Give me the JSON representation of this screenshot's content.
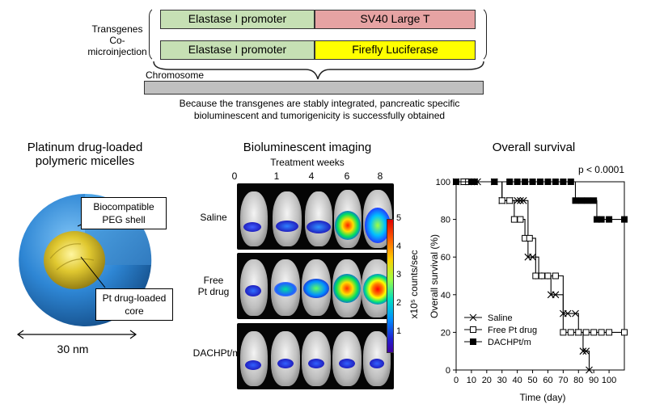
{
  "construct": {
    "label_line1": "Transgenes",
    "label_line2": "Co-microinjection",
    "row1_left": "Elastase I promoter",
    "row1_right": "SV40 Large T",
    "row2_left": "Elastase I promoter",
    "row2_right": "Firefly Luciferase",
    "chromosome_label": "Chromosome",
    "caption_line1": "Because the transgenes are stably integrated, pancreatic specific",
    "caption_line2": "bioluminescent and tumorigenicity is successfully obtained",
    "colors": {
      "promoter": "#c6e0b4",
      "sv40": "#e6a3a3",
      "luciferase": "#ffff00",
      "chromosome": "#c0c0c0"
    }
  },
  "micelle": {
    "title_line1": "Platinum drug-loaded",
    "title_line2": "polymeric micelles",
    "shell_label_line1": "Biocompatible",
    "shell_label_line2": "PEG shell",
    "core_label_line1": "Pt drug-loaded",
    "core_label_line2": "core",
    "scale_label": "30 nm",
    "colors": {
      "shell": "#2e86d4",
      "core": "#d8c22a"
    }
  },
  "imaging": {
    "title": "Bioluminescent imaging",
    "subtitle": "Treatment weeks",
    "weeks": [
      "0",
      "1",
      "4",
      "6",
      "8"
    ],
    "groups": [
      {
        "line1": "Saline",
        "line2": ""
      },
      {
        "line1": "Free",
        "line2": "Pt drug"
      },
      {
        "line1": "DACHPt/m",
        "line2": ""
      }
    ],
    "colorbar": {
      "ticks": [
        "5",
        "4",
        "3",
        "2",
        "1"
      ],
      "label": "x10⁵ counts/sec"
    }
  },
  "survival": {
    "title": "Overall survival",
    "p_value": "p < 0.0001"
  },
  "chart_data": {
    "type": "line",
    "title": "Overall survival",
    "xlabel": "Time (day)",
    "ylabel": "Overall survival (%)",
    "xlim": [
      0,
      110
    ],
    "ylim": [
      0,
      100
    ],
    "xticks": [
      0,
      10,
      20,
      30,
      40,
      50,
      60,
      70,
      80,
      90,
      100
    ],
    "yticks": [
      0,
      20,
      40,
      60,
      80,
      100
    ],
    "legend_position": "bottom-left",
    "step": true,
    "series": [
      {
        "name": "Saline",
        "marker": "x",
        "x": [
          0,
          5,
          8,
          10,
          12,
          14,
          25,
          30,
          35,
          40,
          42,
          44,
          47,
          50,
          54,
          58,
          62,
          65,
          70,
          73,
          78,
          80,
          83,
          85,
          87
        ],
        "y": [
          100,
          100,
          100,
          100,
          100,
          100,
          100,
          90,
          90,
          90,
          90,
          90,
          60,
          60,
          50,
          50,
          40,
          40,
          30,
          30,
          30,
          20,
          10,
          10,
          0
        ]
      },
      {
        "name": "Free Pt drug",
        "marker": "open-square",
        "x": [
          0,
          5,
          8,
          12,
          25,
          30,
          35,
          38,
          42,
          45,
          48,
          52,
          56,
          60,
          65,
          70,
          75,
          80,
          85,
          90,
          95,
          100,
          110
        ],
        "y": [
          100,
          100,
          100,
          100,
          100,
          90,
          90,
          80,
          80,
          70,
          70,
          50,
          50,
          50,
          50,
          20,
          20,
          20,
          20,
          20,
          20,
          20,
          20
        ]
      },
      {
        "name": "DACHPt/m",
        "marker": "filled-square",
        "x": [
          0,
          10,
          12,
          25,
          35,
          40,
          45,
          50,
          55,
          60,
          65,
          70,
          75,
          78,
          82,
          86,
          90,
          92,
          95,
          100,
          110
        ],
        "y": [
          100,
          100,
          100,
          100,
          100,
          100,
          100,
          100,
          100,
          100,
          100,
          100,
          100,
          90,
          90,
          90,
          90,
          80,
          80,
          80,
          80
        ]
      }
    ]
  }
}
